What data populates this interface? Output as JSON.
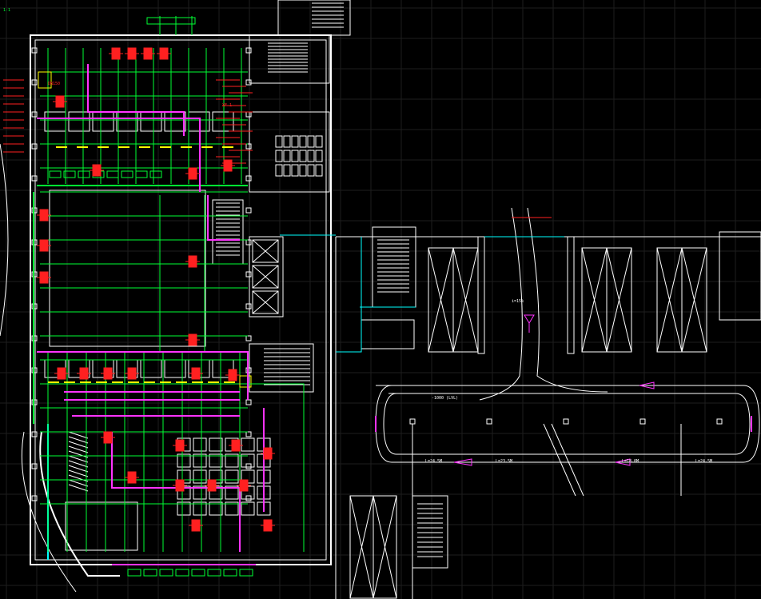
{
  "colors": {
    "background": "#000000",
    "grid": "#1e1e1e",
    "wall": "#ffffff",
    "pipe_green": "#00ff33",
    "pipe_yellow": "#ffff00",
    "duct_magenta": "#ff33ff",
    "equip_red": "#ff2020",
    "annot_cyan": "#00ffff",
    "dim_gray": "#8a8a8a"
  },
  "annotations": {
    "entrance_tag": "1-1",
    "ramp_tag": "i=15%",
    "slope_a": "L=24.5M",
    "slope_b": "L=23.5M",
    "slope_c": "L=18.0M",
    "slope_d": "L=24.5M",
    "drive_note": "-1000 (LVL)",
    "riser_tag": "DN150",
    "fan_tag": "XF-1"
  },
  "layers": {
    "walls": "walls",
    "pipes": "pipes",
    "ducts": "ducts",
    "equipment": "equipment"
  }
}
